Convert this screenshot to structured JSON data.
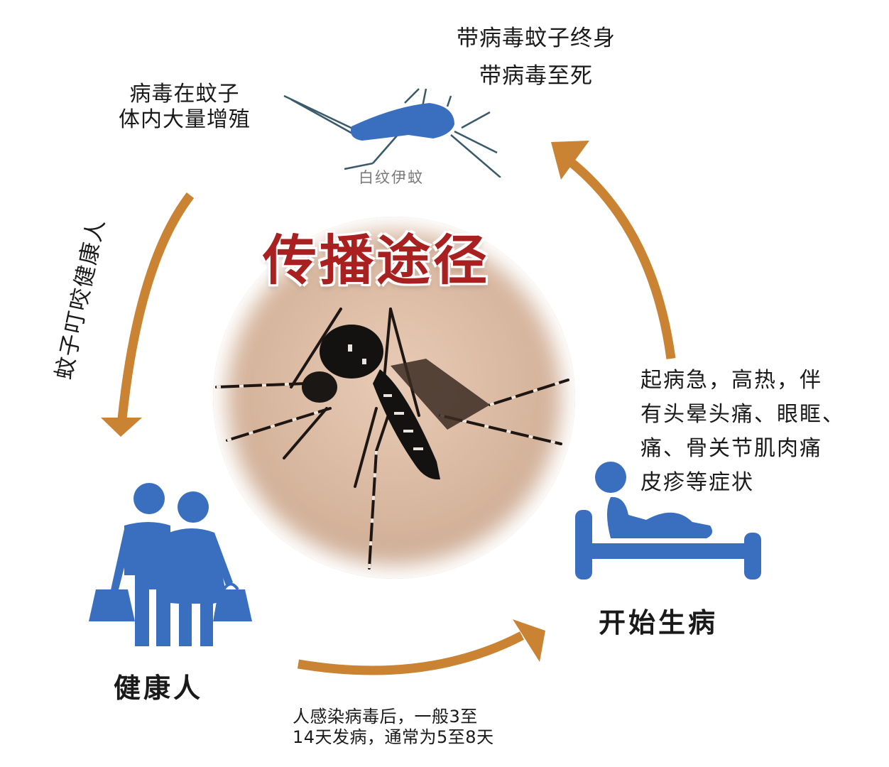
{
  "title": "传播途径",
  "captions": {
    "top_line1": "带病毒蚊子终身",
    "top_line2": "带病毒至死",
    "left_line1": "病毒在蚊子",
    "left_line2": "体内大量增殖",
    "species_label": "白纹伊蚊",
    "bite": "蚊子叮咬健康人",
    "symptoms": [
      "起病急，高热，伴",
      "有头晕头痛、眼眶、",
      "痛、骨关节肌肉痛",
      "皮疹等症状"
    ],
    "incubation_line1": "人感染病毒后，一般3至",
    "incubation_line2": "14天发病，通常为5至8天"
  },
  "nodes": {
    "healthy_person": "健康人",
    "get_sick": "开始生病"
  },
  "colors": {
    "title_red": "#a8201f",
    "arrow_orange": "#c98332",
    "icon_blue": "#3a6fbf",
    "text": "#1a1a1a"
  }
}
